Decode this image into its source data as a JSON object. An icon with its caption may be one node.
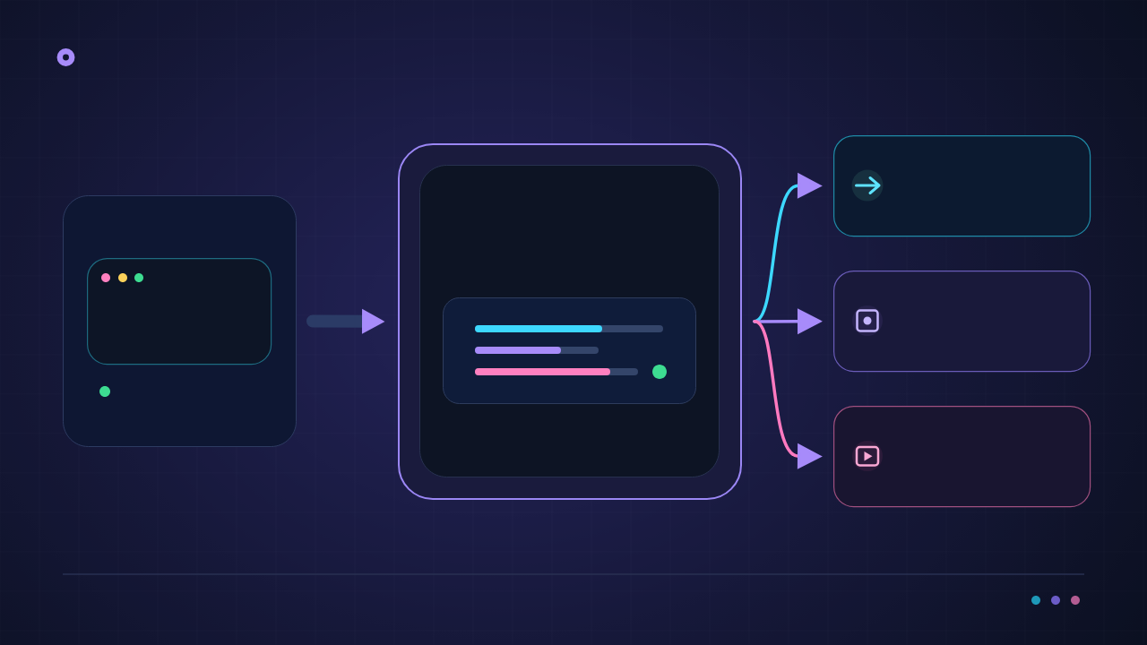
{
  "diagram": {
    "nodes": [
      {
        "text": [],
        "shape": "box"
      },
      {
        "text": [],
        "shape": "box",
        "in": 0
      },
      {
        "text": [],
        "shape": "box"
      },
      {
        "text": [],
        "shape": "box",
        "in": 2
      },
      {
        "text": [],
        "shape": "box",
        "in": 3
      },
      {
        "text": [],
        "shape": "box"
      },
      {
        "text": [],
        "shape": "box"
      },
      {
        "text": [],
        "shape": "box"
      }
    ],
    "edges": [
      {
        "from": 0,
        "to": 2,
        "arrow": "to",
        "style": "thick",
        "color": "#2b3b66"
      },
      {
        "from": 2,
        "to": 5,
        "arrow": "to",
        "color": "#3dd8ff"
      },
      {
        "from": 2,
        "to": 6,
        "arrow": "to",
        "color": "#a78bfa"
      },
      {
        "from": 2,
        "to": 7,
        "arrow": "to",
        "color": "#ff7ac0"
      }
    ]
  }
}
